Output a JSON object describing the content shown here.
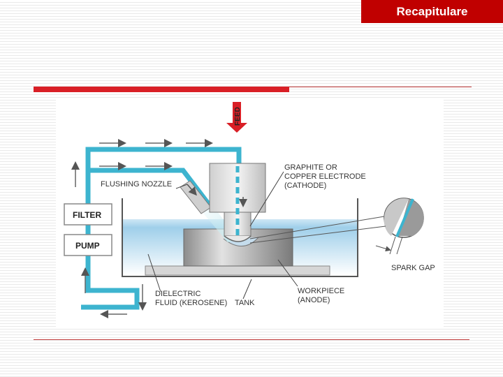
{
  "header": {
    "title": "Recapitulare"
  },
  "diagram": {
    "feed_label": "FEED",
    "filter_label": "FILTER",
    "pump_label": "PUMP",
    "flushing_nozzle_label": "FLUSHING NOZZLE",
    "electrode_label_line1": "GRAPHITE OR",
    "electrode_label_line2": "COPPER ELECTRODE",
    "electrode_label_line3": "(CATHODE)",
    "spark_gap_label": "SPARK GAP",
    "dielectric_label_line1": "DIELECTRIC",
    "dielectric_label_line2": "FLUID (KEROSENE)",
    "tank_label": "TANK",
    "workpiece_label_line1": "WORKPIECE",
    "workpiece_label_line2": "(ANODE)",
    "colors": {
      "pipe": "#3db4cf",
      "fluid": "#a8d4ec",
      "accent": "#d91f26"
    }
  }
}
